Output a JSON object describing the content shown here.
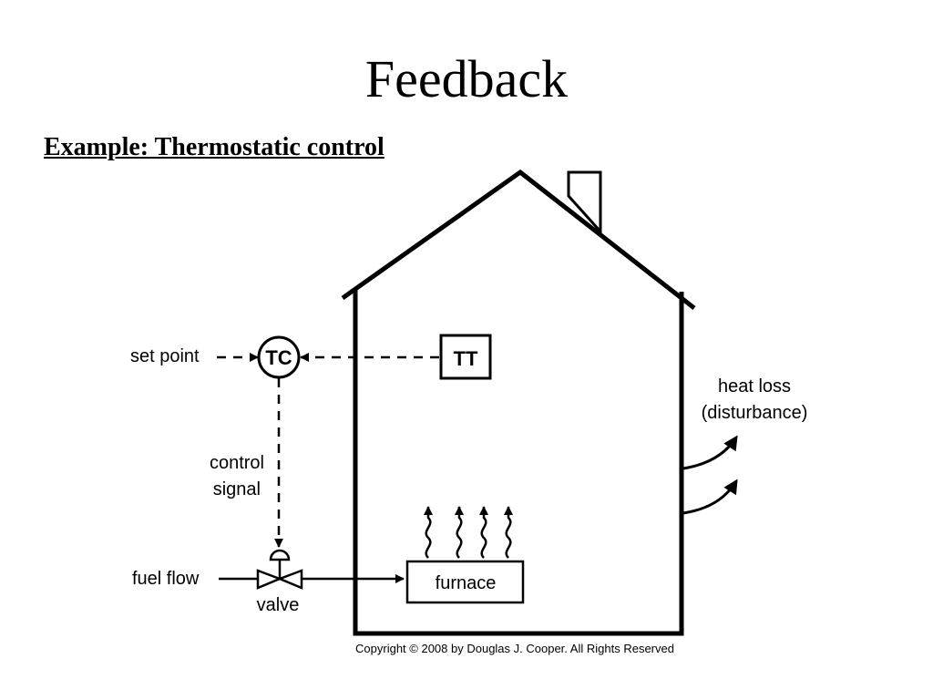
{
  "slide": {
    "title": "Feedback",
    "subtitle": "Example: Thermostatic control"
  },
  "diagram": {
    "set_point": "set point",
    "controller": "TC",
    "transmitter": "TT",
    "control_signal_line1": "control",
    "control_signal_line2": "signal",
    "fuel_flow": "fuel flow",
    "valve": "valve",
    "furnace": "furnace",
    "heat_loss_line1": "heat loss",
    "heat_loss_line2": "(disturbance)",
    "copyright": "Copyright © 2008 by Douglas J. Cooper.  All Rights Reserved"
  }
}
